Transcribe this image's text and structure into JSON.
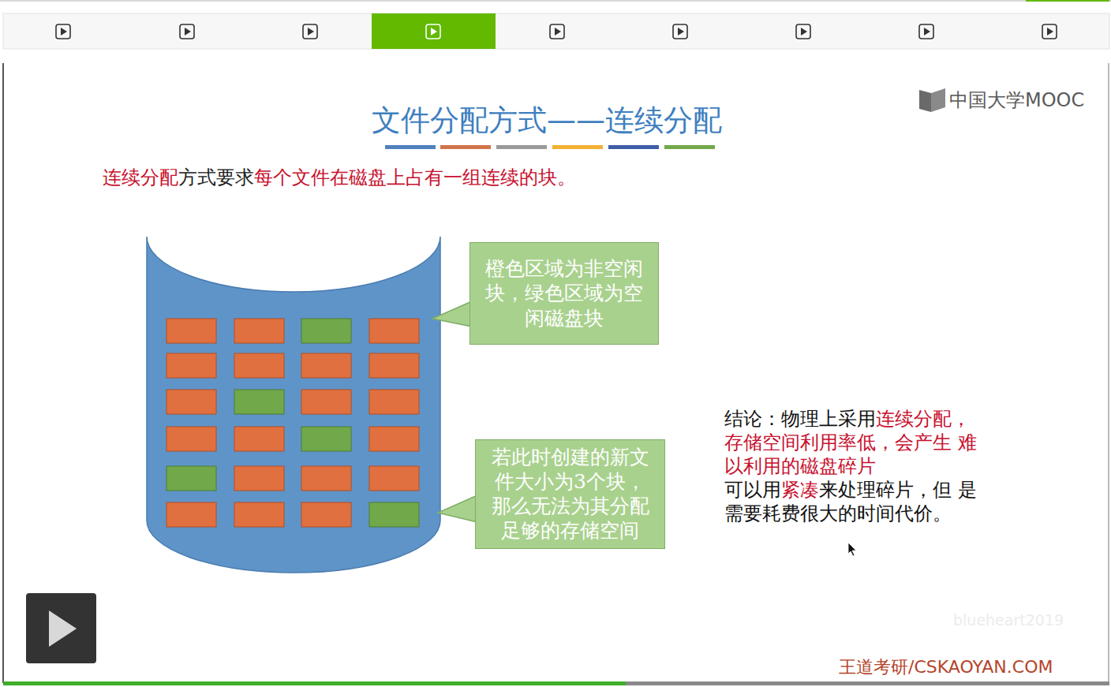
{
  "diagram": {
    "title": "文件分配方式——连续分配",
    "nodes": [
      {
        "text": [
          "橙色区域为非空闲 块，绿色区域为空 闲磁盘块"
        ]
      },
      {
        "text": [
          "若此时创建的新文 件大小为3个块， 那么无法为其分配 足够的存储空间"
        ]
      }
    ],
    "labels": [
      "中国大学MOOC",
      "连续分配",
      "方式要求",
      "每个文件在磁盘上占有一组连续的块。",
      "结论：物理上采用",
      "连续分配， 存储空间利用率低，会产生 难以利用的磁盘碎片",
      "可以用",
      "紧凑",
      "来处理碎片，但 是需要耗费很大的时间代价。",
      "blueheart2019",
      "王道考研/CSKAOYAN.COM"
    ]
  }
}
